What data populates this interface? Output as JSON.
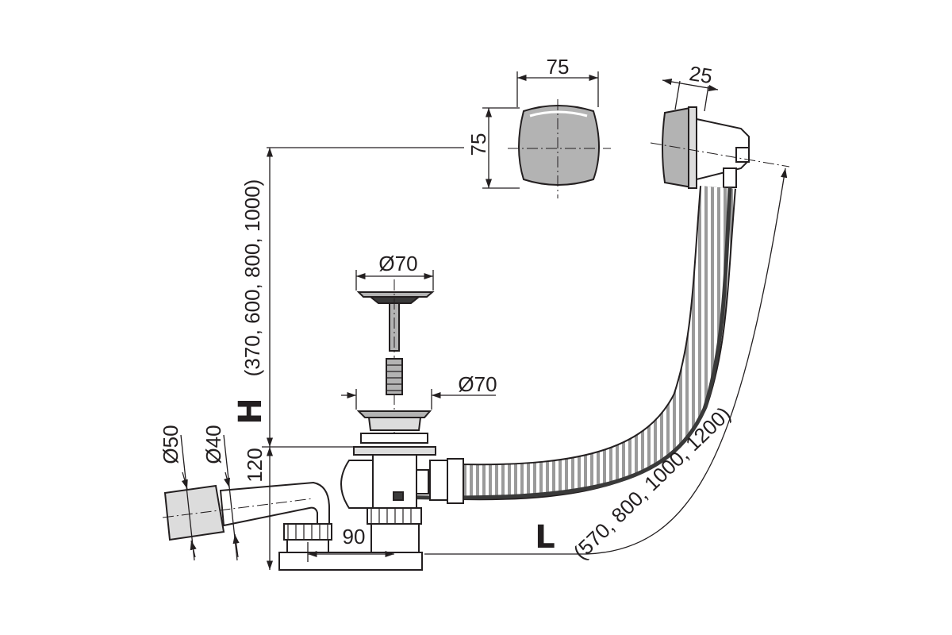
{
  "labels": {
    "cap_width": "75",
    "cap_height": "75",
    "overflow_depth": "25",
    "plug_diameter": "Ø70",
    "strainer_diameter": "Ø70",
    "height_letter": "H",
    "height_options": "(370, 600, 800, 1000)",
    "length_letter": "L",
    "length_options": "(570, 800, 1000, 1200)",
    "outlet_d50": "Ø50",
    "outlet_d40": "Ø40",
    "trap_height": "120",
    "trap_offset": "90"
  },
  "colors": {
    "line": "#231f20",
    "metal": "#b3b3b3",
    "light_metal": "#dcdcdc"
  }
}
